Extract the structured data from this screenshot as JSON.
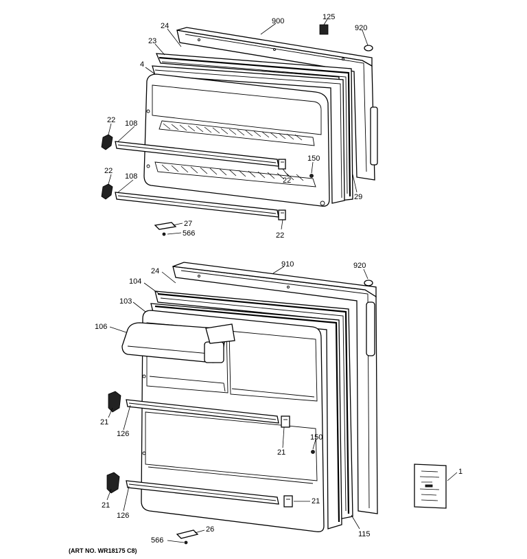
{
  "freezer_door_callouts": {
    "c900": "900",
    "c125": "125",
    "c920": "920",
    "c24": "24",
    "c23": "23",
    "c4": "4",
    "c22_left_top": "22",
    "c108_top": "108",
    "c22_left_bottom": "22",
    "c108_bottom": "108",
    "c150": "150",
    "c22_right_top": "22",
    "c29": "29",
    "c27": "27",
    "c566": "566",
    "c22_right_bottom": "22"
  },
  "fresh_food_door_callouts": {
    "c910": "910",
    "c920": "920",
    "c24": "24",
    "c104": "104",
    "c103": "103",
    "c106": "106",
    "c21_left_top": "21",
    "c126_top": "126",
    "c150": "150",
    "c21_right_top": "21",
    "c21_left_bottom": "21",
    "c126_bottom": "126",
    "c21_right_bottom": "21",
    "c115": "115",
    "c26": "26",
    "c566": "566",
    "c1": "1"
  },
  "art_number": "(ART NO. WR18175 C8)"
}
